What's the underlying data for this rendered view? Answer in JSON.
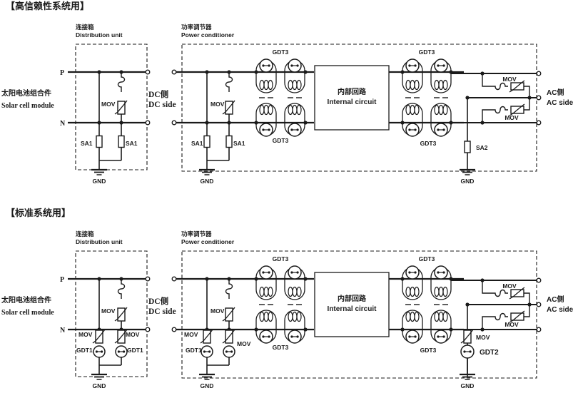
{
  "sections": [
    {
      "title": "【高信赖性系统用】",
      "distribution_unit": {
        "cn": "连接箱",
        "en": "Distribution unit"
      },
      "power_conditioner": {
        "cn": "功率调节器",
        "en": "Power conditioner"
      },
      "solar_module": {
        "cn": "太阳电池组合件",
        "en": "Solar cell module"
      },
      "dc_side": {
        "cn": "DC侧",
        "en": "DC side"
      },
      "ac_side": {
        "cn": "AC侧",
        "en": "AC side"
      },
      "internal_circuit": {
        "cn": "内部回路",
        "en": "Internal circuit"
      },
      "p_label": "P",
      "n_label": "N",
      "gnd": "GND",
      "mov": "MOV",
      "gdt3": "GDT3",
      "sa1": "SA1",
      "sa2": "SA2"
    },
    {
      "title": "【标准系统用】",
      "distribution_unit": {
        "cn": "连接箱",
        "en": "Distribution unit"
      },
      "power_conditioner": {
        "cn": "功率调节器",
        "en": "Power conditioner"
      },
      "solar_module": {
        "cn": "太阳电池组合件",
        "en": "Solar cell module"
      },
      "dc_side": {
        "cn": "DC侧",
        "en": "DC side"
      },
      "ac_side": {
        "cn": "AC侧",
        "en": "AC side"
      },
      "internal_circuit": {
        "cn": "内部回路",
        "en": "Internal circuit"
      },
      "p_label": "P",
      "n_label": "N",
      "gnd": "GND",
      "mov": "MOV",
      "gdt3": "GDT3",
      "gdt1": "GDT1",
      "gdt2": "GDT2"
    }
  ],
  "colors": {
    "line": "#1a1a1a",
    "background": "#ffffff"
  }
}
